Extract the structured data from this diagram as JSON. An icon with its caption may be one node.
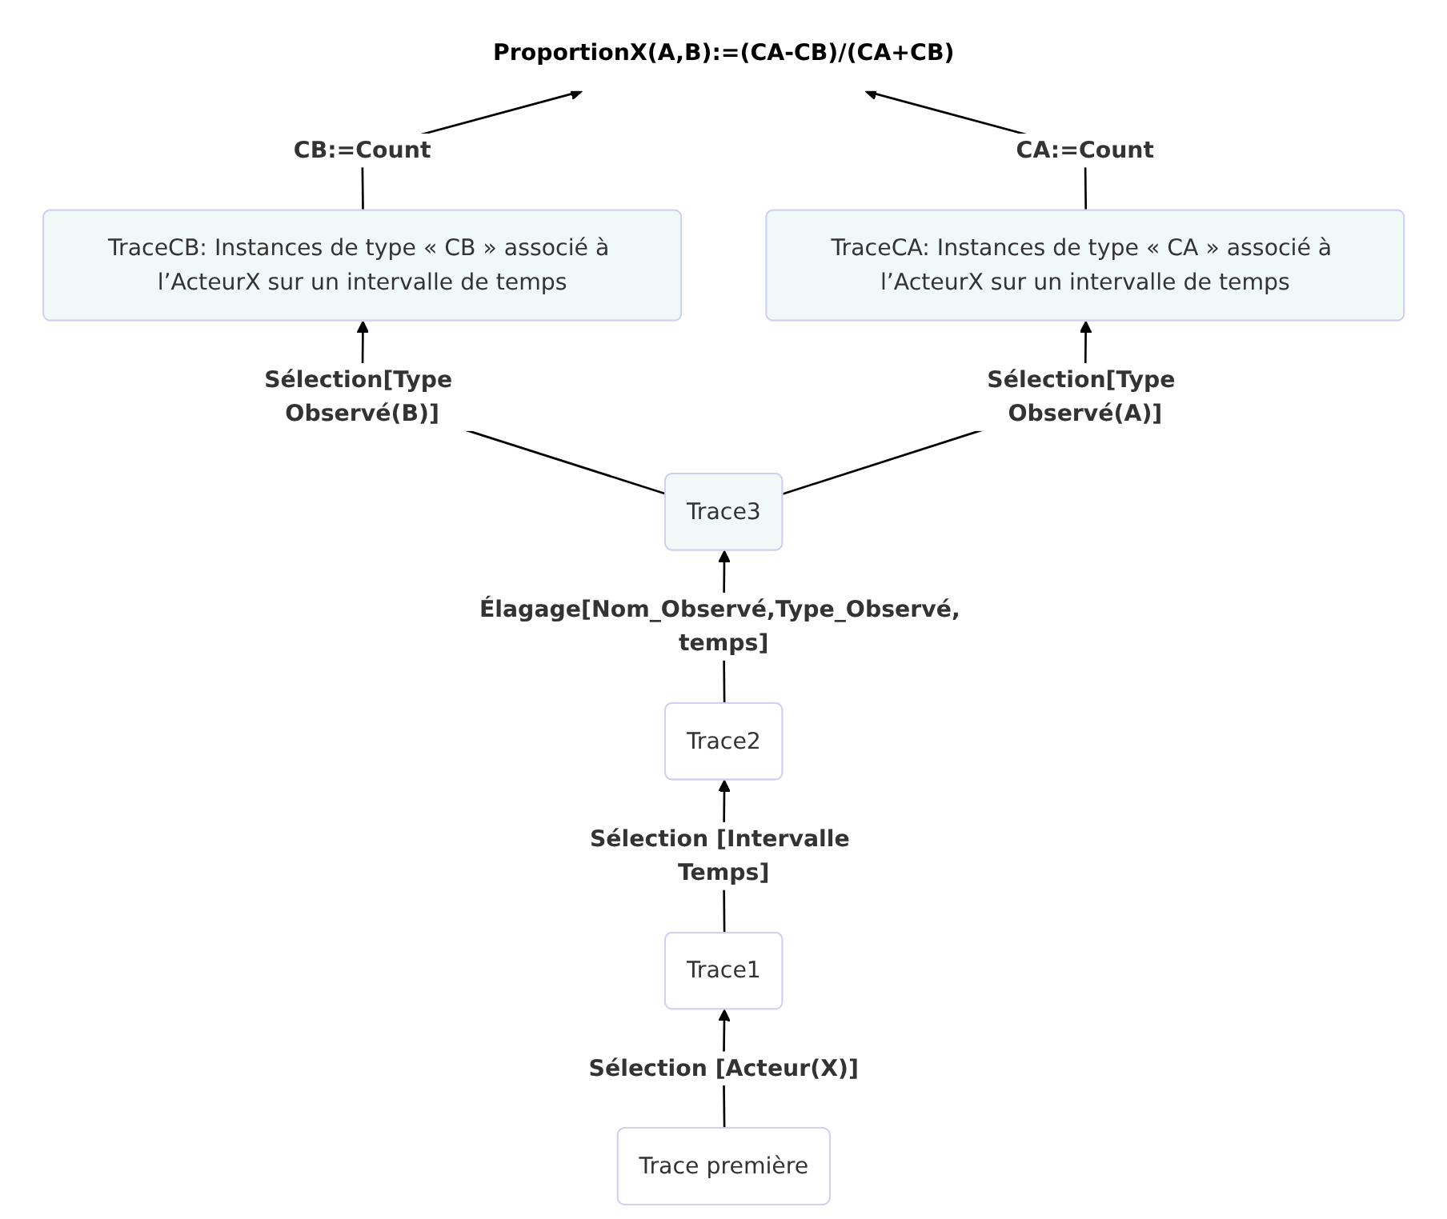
{
  "diagram": {
    "nodes": [
      {
        "text": [
          "ProportionX(A,B):=(CA-CB)/(CA+CB)"
        ]
      },
      {
        "text": [
          "TraceCB: Instances de type « CB » associé à l’ActeurX sur un intervalle de temps"
        ]
      },
      {
        "text": [
          "TraceCA: Instances de type « CA » associé à l’ActeurX sur un intervalle de temps"
        ]
      },
      {
        "text": [
          "Trace3"
        ]
      },
      {
        "text": [
          "Trace2"
        ]
      },
      {
        "text": [
          "Trace1"
        ]
      },
      {
        "text": [
          "Trace première"
        ]
      }
    ],
    "edges": [
      {
        "from": 1,
        "to": 0,
        "arrow": "to",
        "label": "CB:=Count"
      },
      {
        "from": 2,
        "to": 0,
        "arrow": "to",
        "label": "CA:=Count"
      },
      {
        "from": 3,
        "to": 1,
        "arrow": "to",
        "label": "Sélection[Type Observé(B)]"
      },
      {
        "from": 3,
        "to": 2,
        "arrow": "to",
        "label": "Sélection[Type Observé(A)]"
      },
      {
        "from": 4,
        "to": 3,
        "arrow": "to",
        "label": "Élagage[Nom_Observé,Type_Observé, temps]"
      },
      {
        "from": 5,
        "to": 4,
        "arrow": "to",
        "label": "Sélection [Intervalle Temps]"
      },
      {
        "from": 6,
        "to": 5,
        "arrow": "to",
        "label": "Sélection [Acteur(X)]"
      }
    ]
  }
}
